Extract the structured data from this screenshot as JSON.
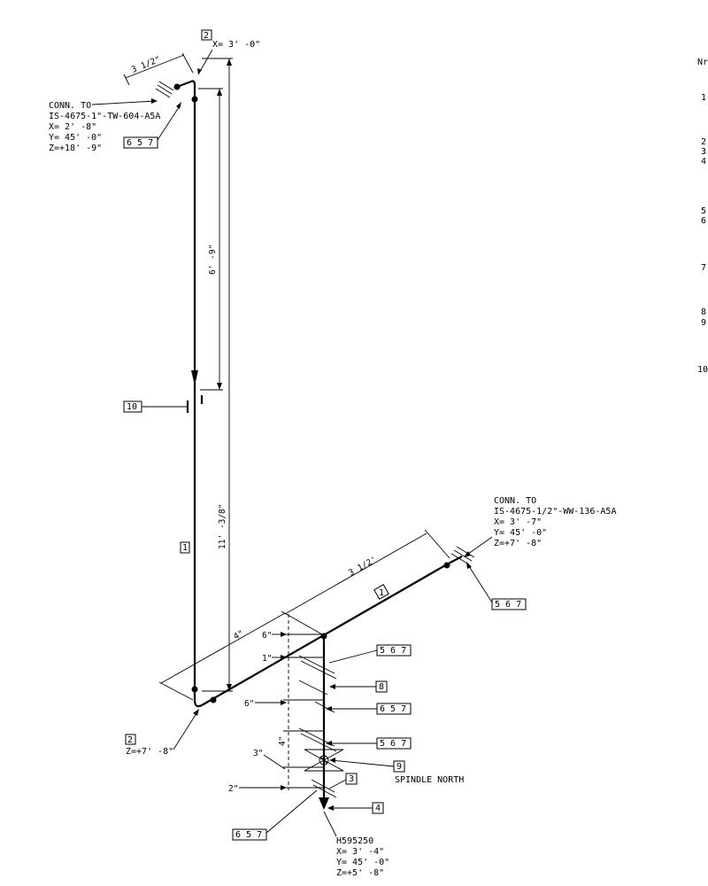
{
  "right_margin": {
    "header": "Nr",
    "item_numbers": [
      "1",
      "2",
      "3",
      "4",
      "5",
      "6",
      "7",
      "8",
      "9",
      "10"
    ]
  },
  "connections": {
    "top": {
      "tag": "2",
      "x_label": "X= 3' -0\"",
      "conn_label": "CONN. TO",
      "line_id": "IS-4675-1\"-TW-604-A5A",
      "x": "X= 2' -8\"",
      "y": "Y= 45' -0\"",
      "z": "Z=+18' -9\"",
      "callout": "6 5 7"
    },
    "right": {
      "conn_label": "CONN. TO",
      "line_id": "IS-4675-1/2\"-WW-136-A5A",
      "x": "X= 3' -7\"",
      "y": "Y= 45' -0\"",
      "z": "Z=+7' -8\"",
      "callout": "5 6 7"
    },
    "bottom_left": {
      "tag": "2",
      "z": "Z=+7' -8\""
    },
    "bottom": {
      "id": "H595250",
      "x": "X= 3' -4\"",
      "y": "Y= 45' -0\"",
      "z": "Z=+5' -8\""
    }
  },
  "dimensions": {
    "top_horizontal": "3 1/2\"",
    "vertical_upper": "6' -9\"",
    "vertical_overall": "11' -3/8\"",
    "diagonal_long": "3 1/2'",
    "diagonal_short": "4\"",
    "stack": [
      "6\"",
      "1\"",
      "6\"",
      "4\"",
      "3\"",
      "2\""
    ]
  },
  "callouts": {
    "c10": "10",
    "pipe_vertical": "1",
    "pipe_diagonal": "1",
    "b567_a": "5 6 7",
    "b8": "8",
    "b657_a": "6 5 7",
    "b567_b": "5 6 7",
    "b9": "9",
    "spindle": "SPINDLE NORTH",
    "b3": "3",
    "b4": "4",
    "b657_bottom": "6 5 7"
  }
}
